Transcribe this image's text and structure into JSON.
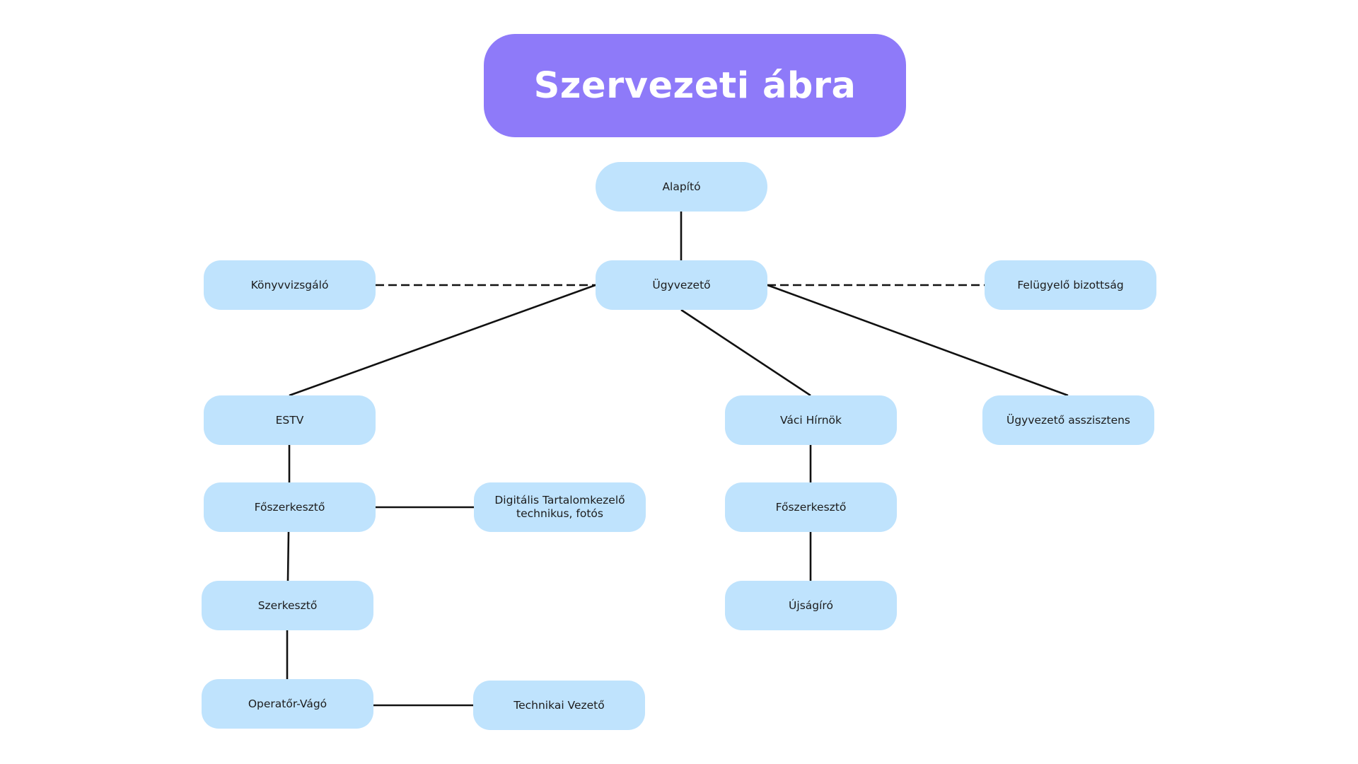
{
  "title": "Szervezeti ábra",
  "colors": {
    "title_bg": "#8E7AF9",
    "node_bg": "#BFE3FD",
    "line": "#111111",
    "text": "#1c1c1c"
  },
  "nodes": {
    "alapito": "Alapító",
    "ugyvezeto": "Ügyvezető",
    "konyvvizsgalo": "Könyvvizsgáló",
    "felugyelo_bizottsag": "Felügyelő bizottság",
    "estv": "ESTV",
    "vaci_hirnok": "Váci Hírnök",
    "ugyvezeto_asszisztens": "Ügyvezető asszisztens",
    "foszerkeszto_estv": "Főszerkesztő",
    "digitalis_tartalomkezelo": "Digitális Tartalomkezelő\ntechnikus, fotós",
    "foszerkeszto_vaci": "Főszerkesztő",
    "szerkeszto": "Szerkesztő",
    "ujsagiro": "Újságíró",
    "operator_vago": "Operatőr-Vágó",
    "technikai_vezeto": "Technikai Vezető"
  },
  "connections": [
    {
      "from": "alapito",
      "to": "ugyvezeto",
      "style": "solid"
    },
    {
      "from": "ugyvezeto",
      "to": "konyvvizsgalo",
      "style": "dashed"
    },
    {
      "from": "ugyvezeto",
      "to": "felugyelo_bizottsag",
      "style": "dashed"
    },
    {
      "from": "ugyvezeto",
      "to": "estv",
      "style": "solid"
    },
    {
      "from": "ugyvezeto",
      "to": "vaci_hirnok",
      "style": "solid"
    },
    {
      "from": "ugyvezeto",
      "to": "ugyvezeto_asszisztens",
      "style": "solid"
    },
    {
      "from": "estv",
      "to": "foszerkeszto_estv",
      "style": "solid"
    },
    {
      "from": "foszerkeszto_estv",
      "to": "digitalis_tartalomkezelo",
      "style": "solid"
    },
    {
      "from": "foszerkeszto_estv",
      "to": "szerkeszto",
      "style": "solid"
    },
    {
      "from": "szerkeszto",
      "to": "operator_vago",
      "style": "solid"
    },
    {
      "from": "operator_vago",
      "to": "technikai_vezeto",
      "style": "solid"
    },
    {
      "from": "vaci_hirnok",
      "to": "foszerkeszto_vaci",
      "style": "solid"
    },
    {
      "from": "foszerkeszto_vaci",
      "to": "ujsagiro",
      "style": "solid"
    }
  ]
}
